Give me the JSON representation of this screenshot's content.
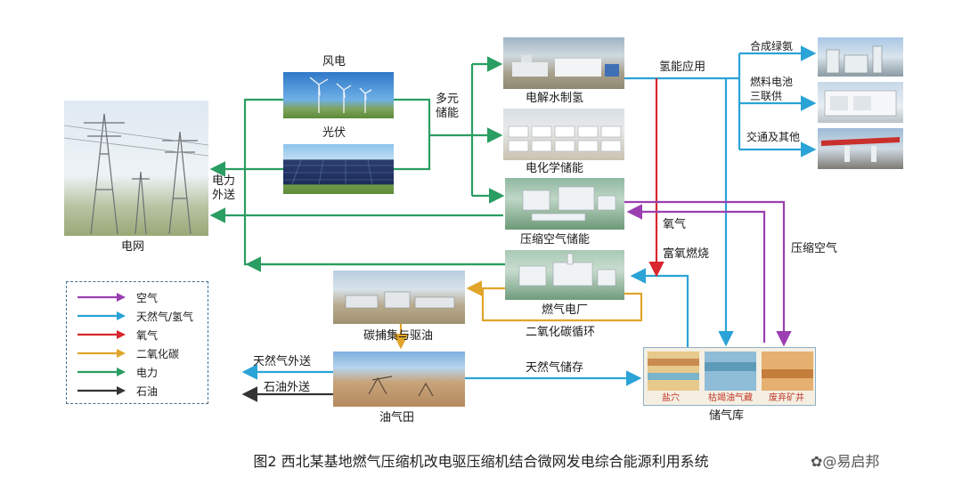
{
  "nodes": {
    "grid": "电网",
    "wind": "风电",
    "solar": "光伏",
    "multi_storage": "多元\n储能",
    "power_export": "电力\n外送",
    "electrolysis": "电解水制氢",
    "electrochem": "电化学储能",
    "caes": "压缩空气储能",
    "gas_plant": "燃气电厂",
    "ccus": "碳捕集与驱油",
    "oilfield": "油气田",
    "gas_storage": "储气库",
    "hydrogen_app": "氢能应用",
    "green_ammonia": "合成绿氨",
    "fuel_cell": "燃料电池\n三联供",
    "transport": "交通及其他",
    "oxygen": "氧气",
    "oxyfuel": "富氧燃烧",
    "compressed_air": "压缩空气",
    "co2_cycle": "二氧化碳循环",
    "gas_storage_flow": "天然气储存",
    "gas_export": "天然气外送",
    "oil_export": "石油外送",
    "salt_cavern": "盐穴",
    "depleted_reservoir": "枯竭油气藏",
    "abandoned_mine": "废弃矿井"
  },
  "legend": [
    {
      "label": "空气",
      "color": "#9b3fb0"
    },
    {
      "label": "天然气/氢气",
      "color": "#2aa3d6"
    },
    {
      "label": "氧气",
      "color": "#d8262e"
    },
    {
      "label": "二氧化碳",
      "color": "#e0a52a"
    },
    {
      "label": "电力",
      "color": "#2a9d62"
    },
    {
      "label": "石油",
      "color": "#333333"
    }
  ],
  "caption": "图2  西北某基地燃气压缩机改电驱压缩机结合微网发电综合能源利用系统",
  "watermark": "✿@易启邦"
}
